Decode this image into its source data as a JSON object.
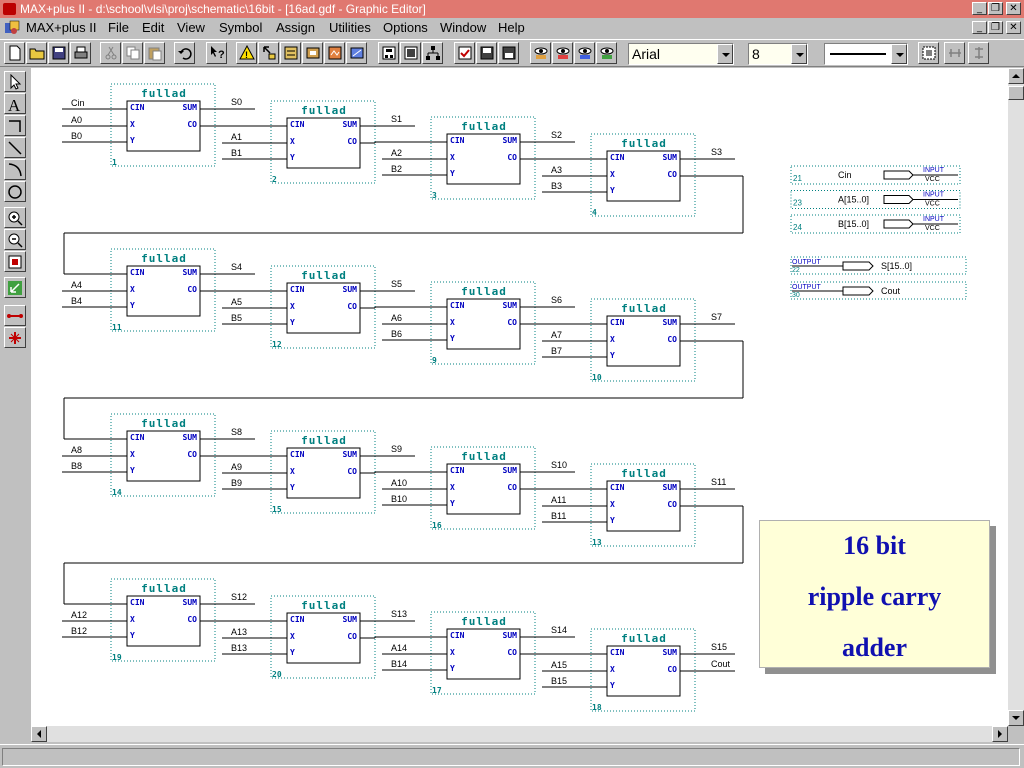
{
  "window": {
    "title": "MAX+plus II - d:\\school\\vlsi\\proj\\schematic\\16bit - [16ad.gdf - Graphic Editor]"
  },
  "menu": [
    {
      "label": "MAX+plus II"
    },
    {
      "label": "File"
    },
    {
      "label": "Edit"
    },
    {
      "label": "View"
    },
    {
      "label": "Symbol"
    },
    {
      "label": "Assign"
    },
    {
      "label": "Utilities"
    },
    {
      "label": "Options"
    },
    {
      "label": "Window"
    },
    {
      "label": "Help"
    }
  ],
  "toolbar": {
    "font": "Arial",
    "size": "8"
  },
  "tools": [
    "selection-tool",
    "text-tool",
    "orthogonal-line-tool",
    "diagonal-line-tool",
    "arc-tool",
    "circle-tool",
    "zoom-in-tool",
    "zoom-out-tool",
    "fit-in-window-tool",
    "snap-tool",
    "rubberband-on-tool",
    "rubberband-off-tool"
  ],
  "schematic": {
    "block_title": "fullad",
    "ports": {
      "in1": "CIN",
      "in2": "X",
      "in3": "Y",
      "out1": "SUM",
      "out2": "CO"
    },
    "blocks": [
      {
        "id": "1",
        "cin": "Cin",
        "a": "A0",
        "b": "B0",
        "sum": "S0"
      },
      {
        "id": "2",
        "a": "A1",
        "b": "B1",
        "sum": "S1"
      },
      {
        "id": "3",
        "a": "A2",
        "b": "B2",
        "sum": "S2"
      },
      {
        "id": "4",
        "a": "A3",
        "b": "B3",
        "sum": "S3"
      },
      {
        "id": "11",
        "a": "A4",
        "b": "B4",
        "sum": "S4"
      },
      {
        "id": "12",
        "a": "A5",
        "b": "B5",
        "sum": "S5"
      },
      {
        "id": "9",
        "a": "A6",
        "b": "B6",
        "sum": "S6"
      },
      {
        "id": "10",
        "a": "A7",
        "b": "B7",
        "sum": "S7"
      },
      {
        "id": "14",
        "a": "A8",
        "b": "B8",
        "sum": "S8"
      },
      {
        "id": "15",
        "a": "A9",
        "b": "B9",
        "sum": "S9"
      },
      {
        "id": "16",
        "a": "A10",
        "b": "B10",
        "sum": "S10"
      },
      {
        "id": "13",
        "a": "A11",
        "b": "B11",
        "sum": "S11"
      },
      {
        "id": "19",
        "a": "A12",
        "b": "B12",
        "sum": "S12"
      },
      {
        "id": "20",
        "a": "A13",
        "b": "B13",
        "sum": "S13"
      },
      {
        "id": "17",
        "a": "A14",
        "b": "B14",
        "sum": "S14"
      },
      {
        "id": "18",
        "a": "A15",
        "b": "B15",
        "sum": "S15",
        "cout": "Cout"
      }
    ],
    "io": {
      "inputs": [
        {
          "id": "21",
          "name": "Cin",
          "tag": "INPUT",
          "tag2": "VCC"
        },
        {
          "id": "23",
          "name": "A[15..0]",
          "tag": "INPUT",
          "tag2": "VCC"
        },
        {
          "id": "24",
          "name": "B[15..0]",
          "tag": "INPUT",
          "tag2": "VCC"
        }
      ],
      "outputs": [
        {
          "id": "22",
          "name": "S[15..0]",
          "tag": "OUTPUT"
        },
        {
          "id": "30",
          "name": "Cout",
          "tag": "OUTPUT"
        }
      ]
    }
  },
  "note": {
    "line1": "16 bit",
    "line2": "ripple carry",
    "line3": "adder"
  },
  "colors": {
    "title_bar": "#e07870",
    "block_label": "#008080",
    "port_text": "#0000c0",
    "note_text": "#1010b0",
    "note_bg": "#ffffd8"
  }
}
